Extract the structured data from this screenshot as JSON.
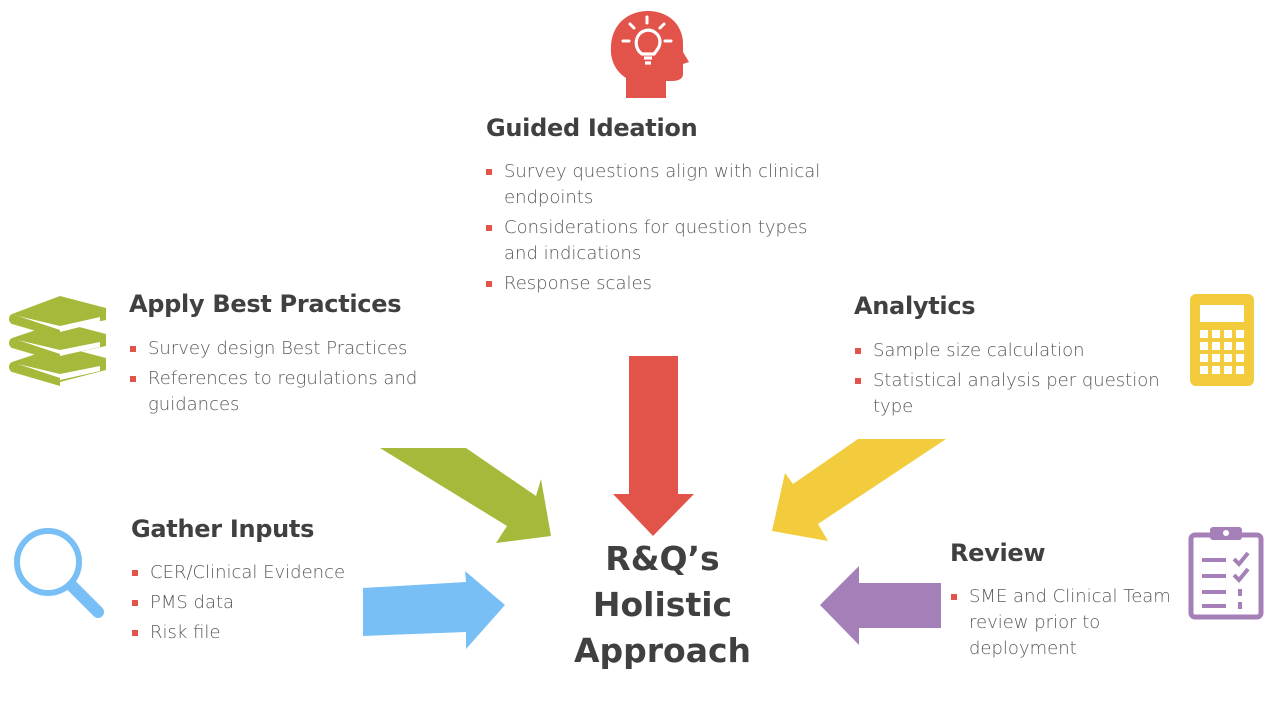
{
  "colors": {
    "red": "#e2534a",
    "green": "#a6b93a",
    "blue": "#77bff5",
    "yellow": "#f2cc3d",
    "purple": "#a57fb8",
    "text_dark": "#404040",
    "text_body": "#595959"
  },
  "center": {
    "lines": [
      "R&Q’s",
      "Holistic",
      "Approach"
    ]
  },
  "sections": {
    "guided_ideation": {
      "icon": "head-lightbulb-icon",
      "title": "Guided Ideation",
      "bullets": [
        "Survey questions align with clinical endpoints",
        "Considerations for question types and indications",
        "Response scales"
      ]
    },
    "best_practices": {
      "icon": "books-icon",
      "title": "Apply Best Practices",
      "bullets": [
        "Survey design Best Practices",
        "References to regulations and guidances"
      ]
    },
    "analytics": {
      "icon": "calculator-icon",
      "title": "Analytics",
      "bullets": [
        "Sample size calculation",
        "Statistical analysis per question type"
      ]
    },
    "gather_inputs": {
      "icon": "magnifier-icon",
      "title": "Gather Inputs",
      "bullets": [
        "CER/Clinical Evidence",
        "PMS data",
        "Risk file"
      ]
    },
    "review": {
      "icon": "clipboard-checklist-icon",
      "title": "Review",
      "bullets": [
        "SME and Clinical Team review prior to deployment"
      ]
    }
  }
}
